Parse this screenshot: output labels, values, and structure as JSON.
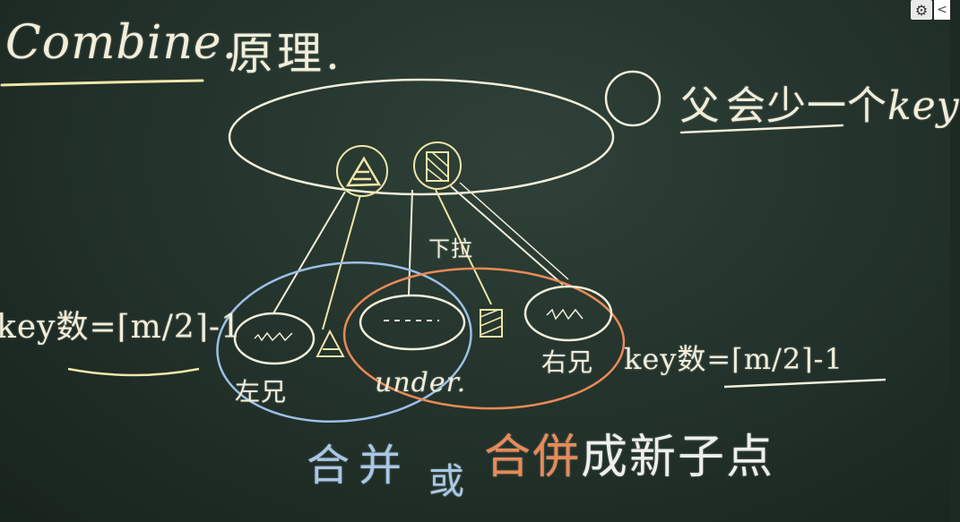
{
  "board": {
    "title_word": "Combine.",
    "title_suffix": "原理.",
    "note_symbol": "父",
    "note_text": "会少一个",
    "note_key": "key",
    "key_count_left": "key数=⌈m/2⌉-1",
    "key_count_right": "key数=⌈m/2⌉-1",
    "borrow_down": "下拉",
    "left_sibling": "左兄",
    "right_sibling": "右兄",
    "underflow_node": "under.",
    "merge": "合并",
    "or": "或",
    "merge_new_node_part1": "合併",
    "merge_new_node_part2": "成新子点"
  },
  "player": {
    "settings_icon": "gear-icon",
    "settings_glyph": "⚙",
    "collapse_icon": "chevron-left-icon",
    "collapse_glyph": "<"
  },
  "colors": {
    "board": "#24342c",
    "chalk_white": "#f2eeda",
    "chalk_yellow": "#f0e6a8",
    "chalk_blue": "#9cbfe6",
    "chalk_orange": "#e98a56"
  }
}
